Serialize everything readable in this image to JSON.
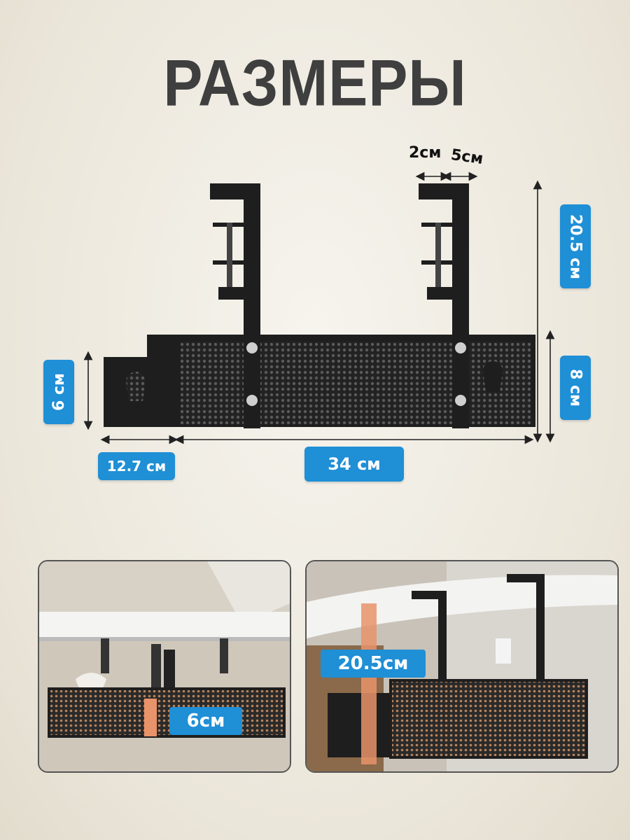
{
  "title": "РАЗМЕРЫ",
  "dimensions": {
    "width_left": "12.7 см",
    "width_main": "34 см",
    "height_left": "6 см",
    "height_total": "20.5 см",
    "height_box": "8 см",
    "clamp_top": "2см",
    "clamp_side": "5см"
  },
  "photos": {
    "left_label": "6см",
    "right_label": "20.5см"
  },
  "colors": {
    "badge": "#1f8fd6",
    "title": "#3f3f3f",
    "metal": "#1e1e1e",
    "ruler": "#e8936a"
  }
}
